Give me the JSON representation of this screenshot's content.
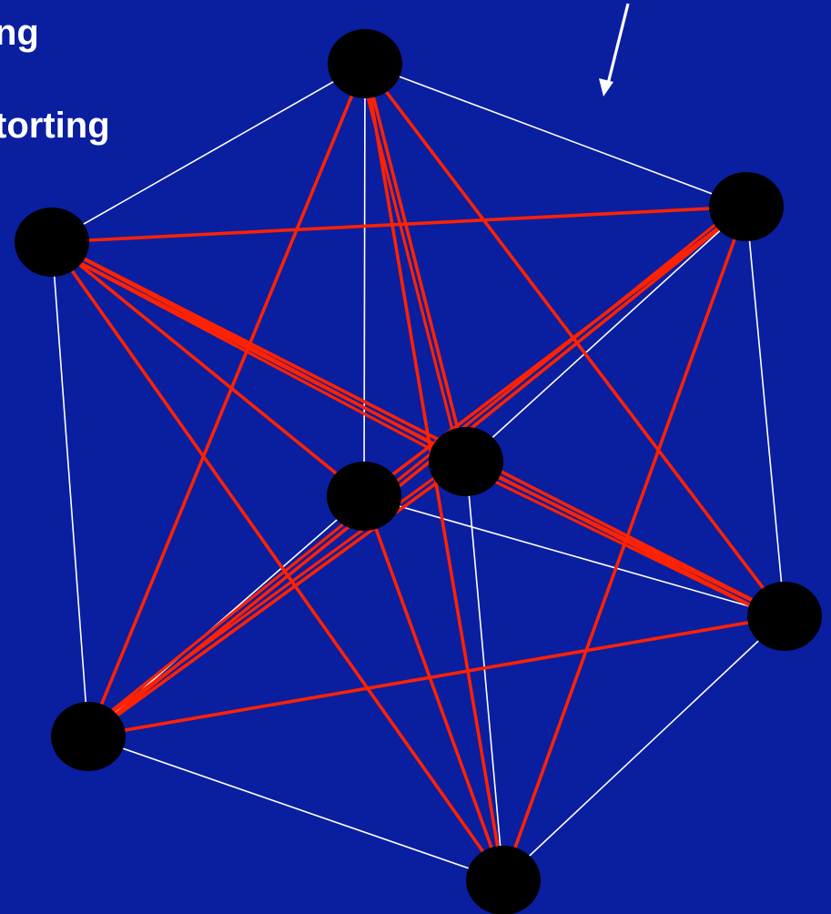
{
  "captions": {
    "line1": "ng",
    "line2": "torting"
  },
  "colors": {
    "background": "#0a1ea0",
    "cage_edge": "#ffffff",
    "distortion_edge": "#ff2200",
    "vertex": "#000000",
    "text": "#ffffff"
  },
  "vertices": [
    "top",
    "upper-left",
    "upper-right",
    "center-back",
    "center-front",
    "right",
    "lower-left",
    "bottom"
  ],
  "cage_edges": [
    [
      "top",
      "upper-left"
    ],
    [
      "top",
      "upper-right"
    ],
    [
      "top",
      "center-back"
    ],
    [
      "upper-left",
      "lower-left"
    ],
    [
      "upper-left",
      "center-front"
    ],
    [
      "upper-right",
      "right"
    ],
    [
      "upper-right",
      "center-front"
    ],
    [
      "center-back",
      "lower-left"
    ],
    [
      "center-back",
      "right"
    ],
    [
      "center-front",
      "bottom"
    ],
    [
      "lower-left",
      "bottom"
    ],
    [
      "right",
      "bottom"
    ]
  ],
  "distortion_edges": [
    [
      "upper-left",
      "upper-right"
    ],
    [
      "upper-left",
      "center-back"
    ],
    [
      "upper-left",
      "center-front"
    ],
    [
      "upper-left",
      "right"
    ],
    [
      "upper-left",
      "bottom"
    ],
    [
      "top",
      "lower-left"
    ],
    [
      "top",
      "center-front"
    ],
    [
      "top",
      "right"
    ],
    [
      "top",
      "bottom"
    ],
    [
      "upper-right",
      "lower-left"
    ],
    [
      "upper-right",
      "center-back"
    ],
    [
      "upper-right",
      "bottom"
    ],
    [
      "center-front",
      "lower-left"
    ],
    [
      "center-front",
      "right"
    ],
    [
      "center-back",
      "bottom"
    ],
    [
      "lower-left",
      "right"
    ]
  ]
}
